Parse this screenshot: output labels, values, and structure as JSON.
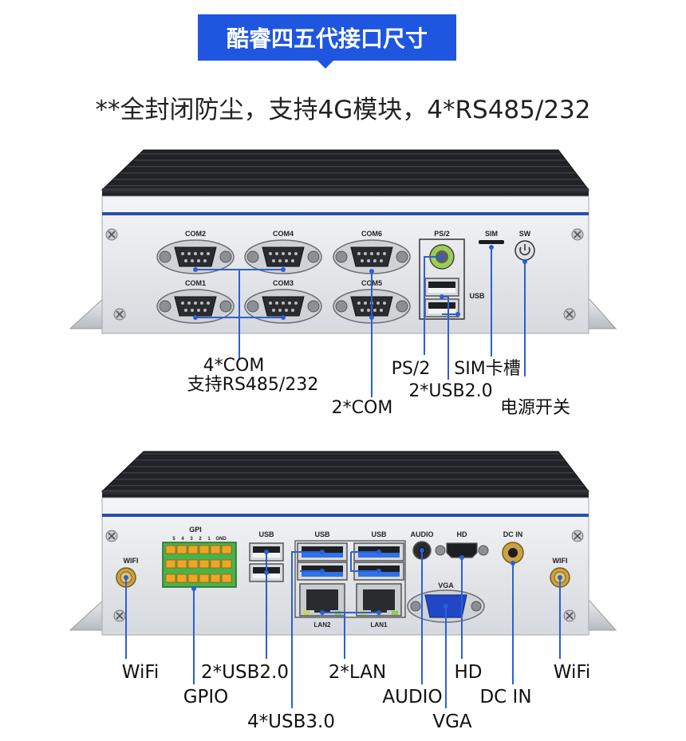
{
  "header": {
    "title": "酷睿四五代接口尺寸",
    "subtitle": "**全封闭防尘，支持4G模块，4*RS485/232"
  },
  "front_panel": {
    "port_labels": [
      "COM2",
      "COM4",
      "COM6",
      "COM1",
      "COM3",
      "COM5",
      "PS/2",
      "SIM",
      "SW",
      "USB"
    ],
    "callouts": [
      "4*COM",
      "支持RS485/232",
      "2*COM",
      "PS/2",
      "2*USB2.0",
      "SIM卡槽",
      "电源开关"
    ]
  },
  "rear_panel": {
    "port_labels": [
      "WIFI",
      "GPI",
      "5",
      "4",
      "3",
      "2",
      "1",
      "GND",
      "USB",
      "USB",
      "USB",
      "AUDIO",
      "HD",
      "DC IN",
      "WIFI",
      "LAN2",
      "LAN1",
      "VGA"
    ],
    "callouts": [
      "WiFi",
      "GPIO",
      "2*USB2.0",
      "4*USB3.0",
      "2*LAN",
      "AUDIO",
      "VGA",
      "HD",
      "DC IN",
      "WiFi"
    ]
  },
  "colors": {
    "accent": "#1f56e0",
    "line": "#2c5fd6"
  }
}
